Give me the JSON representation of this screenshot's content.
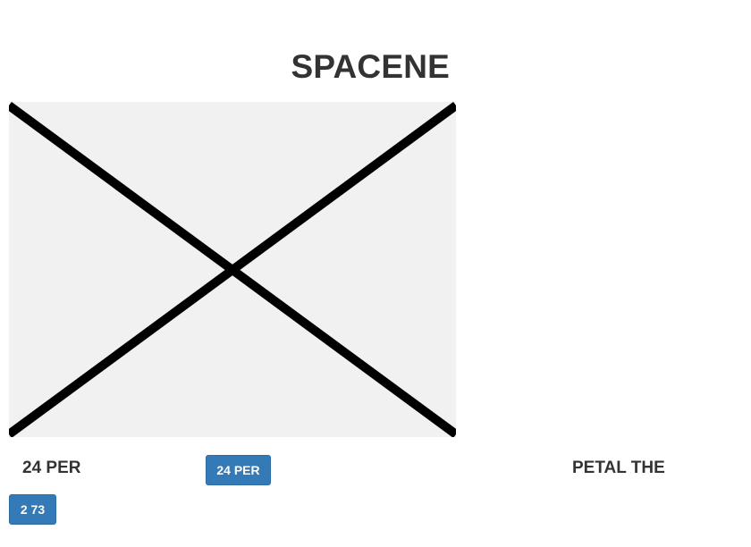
{
  "title": "SPACENE",
  "image": {
    "description_icon": "broken-image-x-icon",
    "background_color": "#f1f1f1",
    "stroke_color": "#000000"
  },
  "left_label": "24 PER",
  "top_button": "24 PER",
  "right_label": "PETAL THE",
  "bottom_button": "2 73",
  "colors": {
    "button_bg": "#337ab7",
    "button_border": "#2e6da4",
    "text": "#333333"
  }
}
